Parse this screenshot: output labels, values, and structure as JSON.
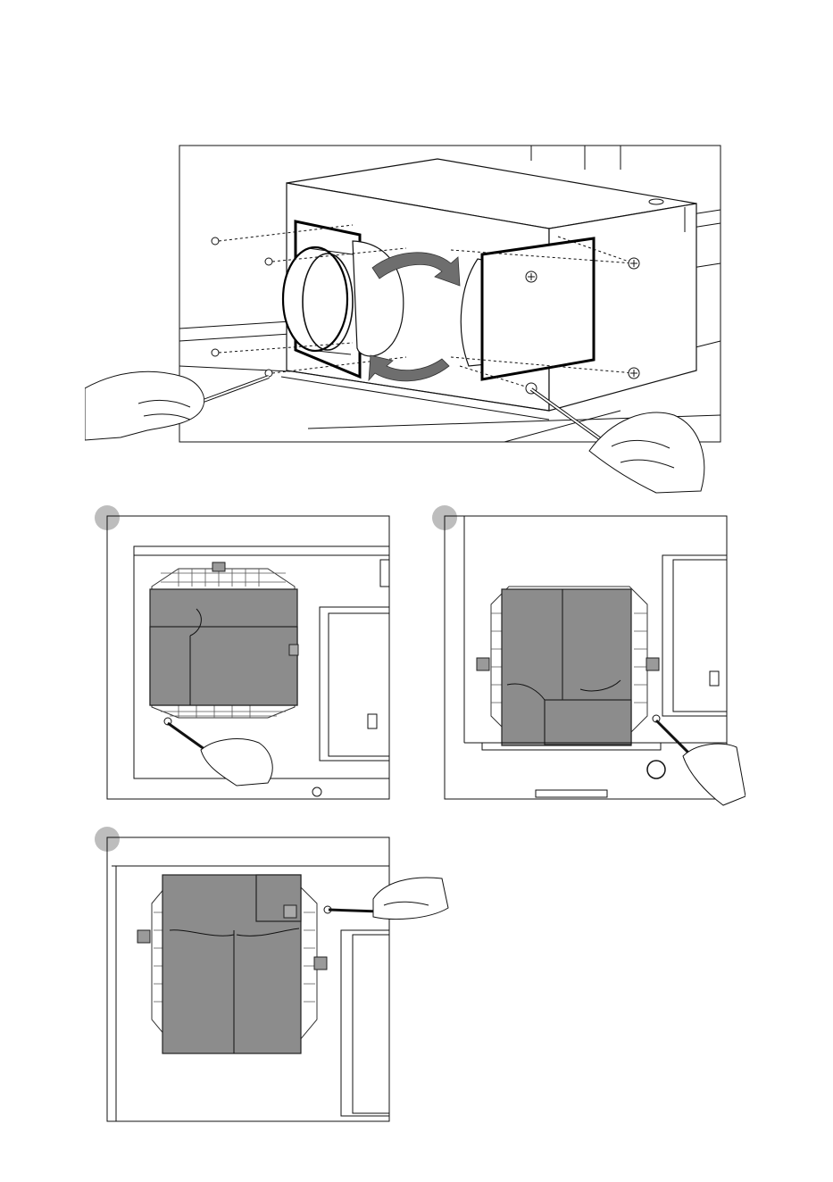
{
  "page": {
    "title": ""
  },
  "figures": [
    {
      "id": "main",
      "step_label": ""
    },
    {
      "id": "step-a",
      "step_label": ""
    },
    {
      "id": "step-b",
      "step_label": ""
    },
    {
      "id": "step-c",
      "step_label": ""
    }
  ],
  "icons": {
    "arrow": "curved-arrow-icon",
    "screwdriver": "screwdriver-icon",
    "hand": "hand-icon",
    "screw": "screw-icon"
  },
  "colors": {
    "line": "#111111",
    "motor": "#8c8c8c",
    "arrow": "#6e6e6e",
    "bg": "#ffffff"
  }
}
